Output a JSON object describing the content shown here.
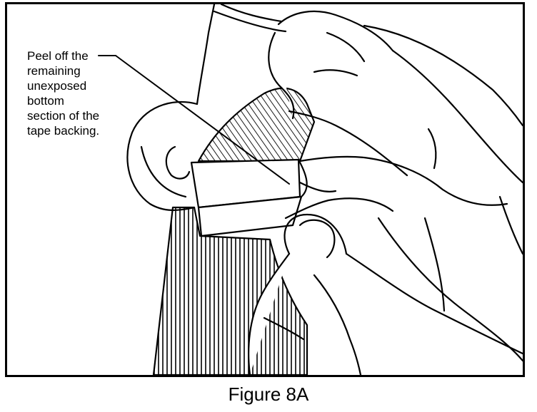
{
  "callout": {
    "lines": [
      "Peel off the",
      "remaining",
      "unexposed",
      "bottom",
      "section of the",
      "tape backing."
    ]
  },
  "caption": "Figure 8A",
  "colors": {
    "ink": "#000000",
    "paper": "#ffffff"
  }
}
